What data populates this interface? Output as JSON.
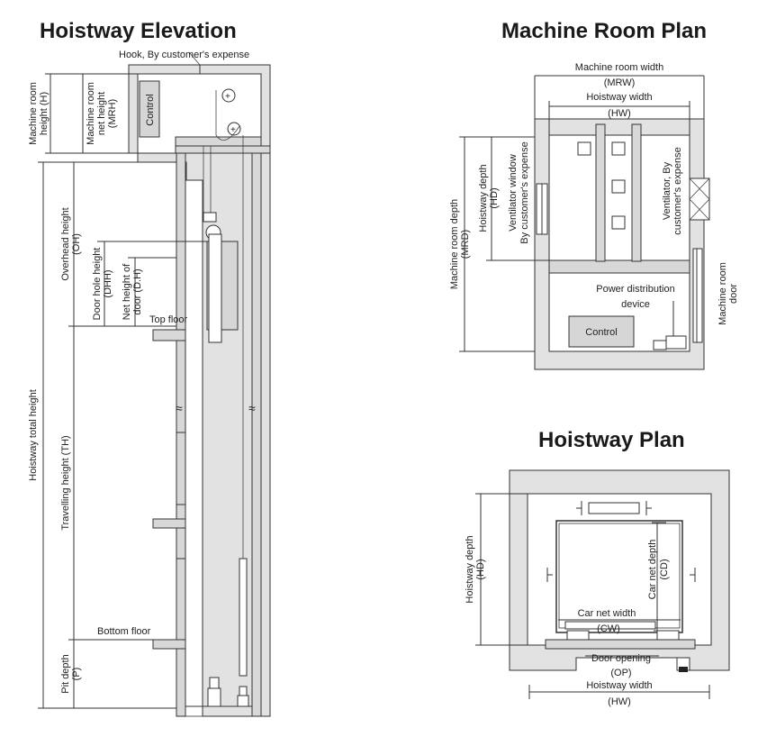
{
  "titles": {
    "hoistway_elevation": "Hoistway Elevation",
    "machine_room_plan": "Machine Room Plan",
    "hoistway_plan": "Hoistway Plan"
  },
  "elevation": {
    "hook": "Hook, By customer's expense",
    "machine_room_height": [
      "Machine room",
      "height (H)"
    ],
    "machine_room_net_height": [
      "Machine room",
      "net height",
      "(MRH)"
    ],
    "control": "Control",
    "overhead_height": [
      "Overhead height",
      "(OH)"
    ],
    "door_hole_height": [
      "Door hole height",
      "(DHH)"
    ],
    "net_height_of_door": [
      "Net height of",
      "door (D.H)"
    ],
    "top_floor": "Top floor",
    "hoistway_total_height": "Hoistway total height",
    "travelling_height": "Travelling height (TH)",
    "bottom_floor": "Bottom floor",
    "pit_depth": [
      "Pit depth",
      "(P)"
    ]
  },
  "machine_room": {
    "machine_room_width": [
      "Machine room width",
      "(MRW)"
    ],
    "hoistway_width": [
      "Hoistway width",
      "(HW)"
    ],
    "machine_room_depth": [
      "Machine room depth",
      "(MRD)"
    ],
    "hoistway_depth": [
      "Hoistway depth",
      "(HD)"
    ],
    "ventilator_window": [
      "Ventilator window",
      "By customer's expense"
    ],
    "ventilator": [
      "Ventilator, By",
      "customer's expense"
    ],
    "machine_room_door": [
      "Machine room",
      "door"
    ],
    "power_distribution": [
      "Power distribution",
      "device"
    ],
    "control": "Control"
  },
  "hoistway_plan": {
    "hoistway_depth": [
      "Hoistway depth",
      "(HD)"
    ],
    "car_net_depth": [
      "Car net depth",
      "(CD)"
    ],
    "car_net_width": [
      "Car net width",
      "(CW)"
    ],
    "door_opening": [
      "Door opening",
      "(OP)"
    ],
    "hoistway_width": [
      "Hoistway width",
      "(HW)"
    ]
  }
}
